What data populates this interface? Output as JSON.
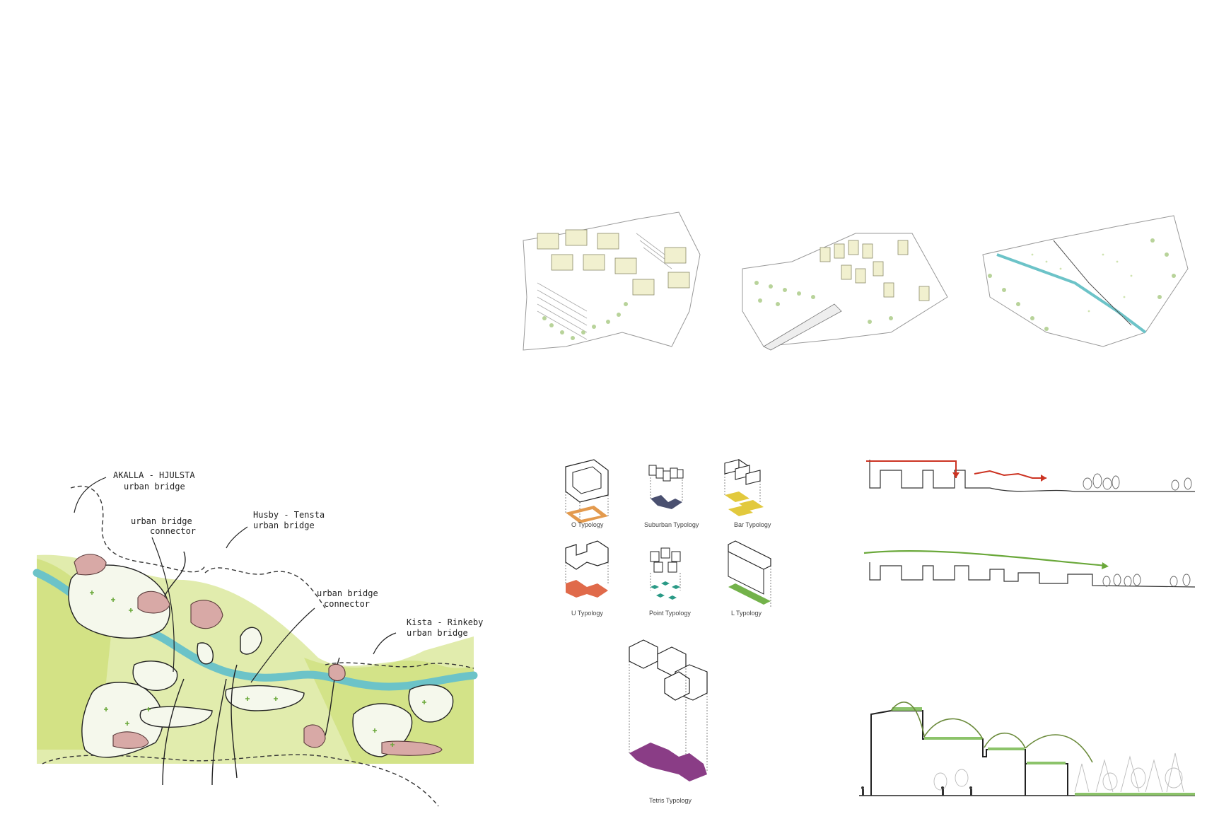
{
  "sketch_labels": {
    "akalla": [
      "AKALLA - HJULSTA",
      "urban bridge"
    ],
    "husby": [
      "Husby - Tensta",
      "urban bridge"
    ],
    "connector1": [
      "urban bridge",
      "connector"
    ],
    "connector2": [
      "urban bridge",
      "connector"
    ],
    "kista": [
      "Kista - Rinkeby",
      "urban bridge"
    ]
  },
  "typologies": {
    "o": "O Typology",
    "suburban": "Suburban Typology",
    "bar": "Bar Typology",
    "u": "U Typology",
    "point": "Point Typology",
    "l": "L Typology",
    "tetris": "Tetris Typology"
  },
  "colors": {
    "green_wash": "#c9dc6a",
    "river": "#6cc3c8",
    "red_arrow": "#cc3322",
    "green_arrow": "#6aa83a",
    "o": "#e39a4e",
    "suburban": "#4a5070",
    "bar": "#e2c93d",
    "u": "#e06a4a",
    "point": "#2a9a86",
    "l": "#73b24a",
    "tetris": "#8a3d86"
  }
}
